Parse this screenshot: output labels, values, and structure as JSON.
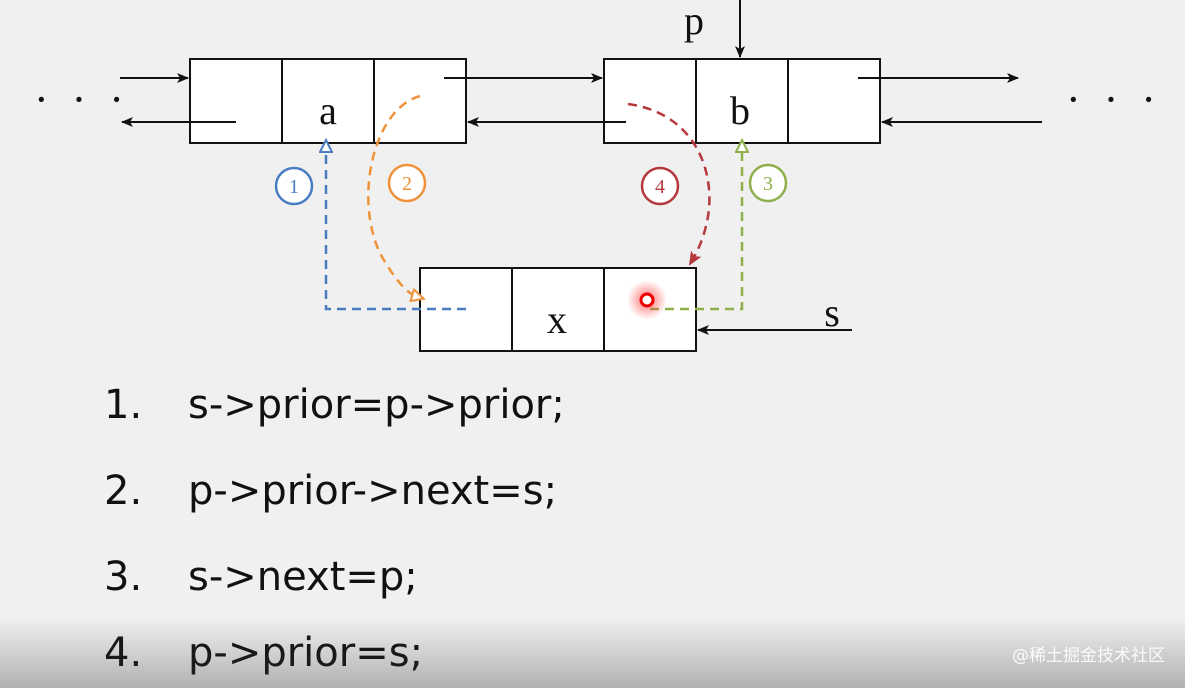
{
  "diagram": {
    "nodes": {
      "a": "a",
      "b": "b",
      "x": "x"
    },
    "pointers": {
      "p": "p",
      "s": "s"
    },
    "ellipsis": "· · ·",
    "steps_circles": [
      "1",
      "2",
      "3",
      "4"
    ],
    "colors": {
      "step1": "#4a7cc0",
      "step2": "#f0923a",
      "step3": "#8db04a",
      "step4": "#b5383d",
      "ink": "#111111",
      "marker": "#ee0000"
    }
  },
  "code_steps": [
    {
      "num": "1.",
      "code": "s->prior=p->prior;"
    },
    {
      "num": "2.",
      "code": "p->prior->next=s;"
    },
    {
      "num": "3.",
      "code": "s->next=p;"
    },
    {
      "num": "4.",
      "code": "p->prior=s;"
    }
  ],
  "watermark": "@稀土掘金技术社区"
}
